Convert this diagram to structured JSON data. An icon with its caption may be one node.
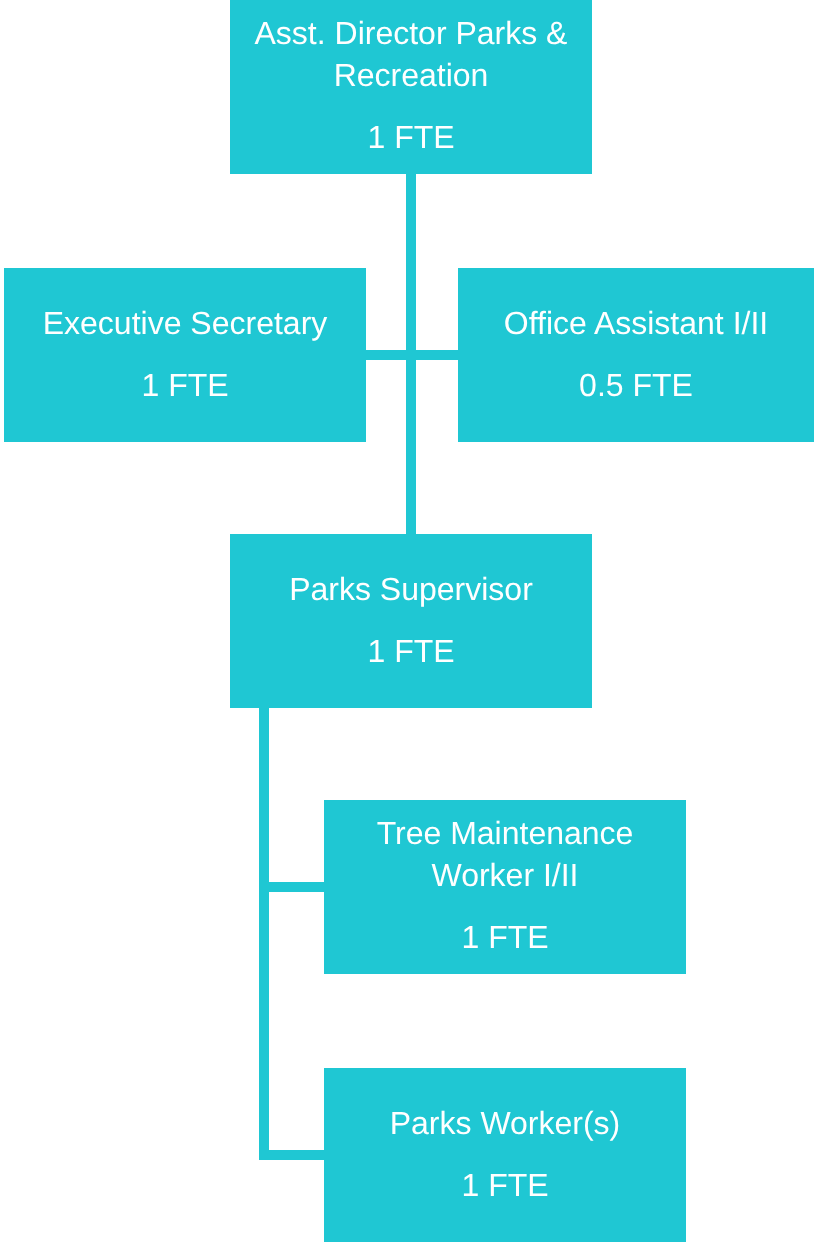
{
  "diagram": {
    "nodes": [
      {
        "text": [
          "Asst. Director Parks & Recreation",
          "1 FTE"
        ]
      },
      {
        "text": [
          "Executive Secretary",
          "1 FTE"
        ]
      },
      {
        "text": [
          "Office Assistant I/II",
          "0.5 FTE"
        ]
      },
      {
        "text": [
          "Parks Supervisor",
          "1 FTE"
        ]
      },
      {
        "text": [
          "Tree Maintenance Worker I/II",
          "1 FTE"
        ]
      },
      {
        "text": [
          "Parks Worker(s)",
          "1 FTE"
        ]
      }
    ],
    "edges": [
      {
        "from": 0,
        "to": 3,
        "arrow": "none"
      },
      {
        "from": 0,
        "to": 1,
        "arrow": "none"
      },
      {
        "from": 0,
        "to": 2,
        "arrow": "none"
      },
      {
        "from": 3,
        "to": 4,
        "arrow": "none"
      },
      {
        "from": 3,
        "to": 5,
        "arrow": "none"
      }
    ]
  }
}
